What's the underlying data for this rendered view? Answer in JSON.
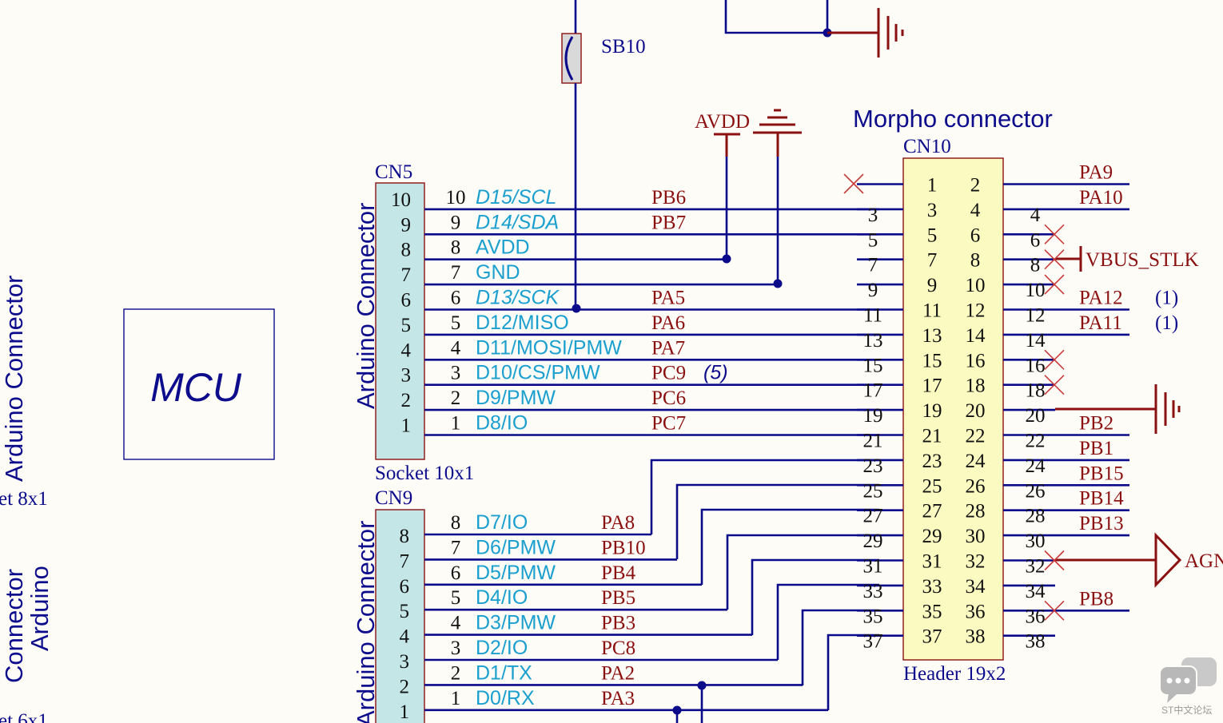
{
  "components": {
    "jumper": {
      "ref": "SB10"
    },
    "mcu_label": "MCU",
    "cn5": {
      "ref": "CN5",
      "title": "Arduino Connector",
      "footprint": "Socket 10x1"
    },
    "cn9": {
      "ref": "CN9",
      "title": "Arduino Connector"
    },
    "cn10": {
      "heading": "Morpho connector",
      "ref": "CN10",
      "footprint": "Header 19x2"
    },
    "left_partial": {
      "title1": "Arduino Connector",
      "foot1": "et 8x1",
      "title2a": "Connector",
      "title2b": "Arduino",
      "foot2": "et 6x1"
    }
  },
  "power": {
    "avdd": "AVDD",
    "vbus": "VBUS_STLK",
    "agnd": "AGN"
  },
  "cn5_pins": [
    {
      "n": "10",
      "body": "10",
      "func": "D15/SCL",
      "italic": true,
      "net": "PB6",
      "note": ""
    },
    {
      "n": "9",
      "body": "9",
      "func": "D14/SDA",
      "italic": true,
      "net": "PB7",
      "note": ""
    },
    {
      "n": "8",
      "body": "8",
      "func": "AVDD",
      "italic": false,
      "net": "",
      "note": ""
    },
    {
      "n": "7",
      "body": "7",
      "func": "GND",
      "italic": false,
      "net": "",
      "note": ""
    },
    {
      "n": "6",
      "body": "6",
      "func": "D13/SCK",
      "italic": true,
      "net": "PA5",
      "note": ""
    },
    {
      "n": "5",
      "body": "5",
      "func": "D12/MISO",
      "italic": false,
      "net": "PA6",
      "note": ""
    },
    {
      "n": "4",
      "body": "4",
      "func": "D11/MOSI/PMW",
      "italic": false,
      "net": "PA7",
      "note": ""
    },
    {
      "n": "3",
      "body": "3",
      "func": "D10/CS/PMW",
      "italic": false,
      "net": "PC9",
      "note": "(5)"
    },
    {
      "n": "2",
      "body": "2",
      "func": "D9/PMW",
      "italic": false,
      "net": "PC6",
      "note": ""
    },
    {
      "n": "1",
      "body": "1",
      "func": "D8/IO",
      "italic": false,
      "net": "PC7",
      "note": ""
    }
  ],
  "cn9_pins": [
    {
      "n": "8",
      "body": "8",
      "func": "D7/IO",
      "net": "PA8"
    },
    {
      "n": "7",
      "body": "7",
      "func": "D6/PMW",
      "net": "PB10"
    },
    {
      "n": "6",
      "body": "6",
      "func": "D5/PMW",
      "net": "PB4"
    },
    {
      "n": "5",
      "body": "5",
      "func": "D4/IO",
      "net": "PB5"
    },
    {
      "n": "4",
      "body": "4",
      "func": "D3/PMW",
      "net": "PB3"
    },
    {
      "n": "3",
      "body": "3",
      "func": "D2/IO",
      "net": "PC8"
    },
    {
      "n": "2",
      "body": "2",
      "func": "D1/TX",
      "net": "PA2"
    },
    {
      "n": "1",
      "body": "1",
      "func": "D0/RX",
      "net": "PA3"
    }
  ],
  "cn10_odd_pins": [
    "1",
    "3",
    "5",
    "7",
    "9",
    "11",
    "13",
    "15",
    "17",
    "19",
    "21",
    "23",
    "25",
    "27",
    "29",
    "31",
    "33",
    "35",
    "37"
  ],
  "cn10_odd_ext": [
    "",
    "3",
    "5",
    "7",
    "9",
    "11",
    "13",
    "15",
    "17",
    "19",
    "21",
    "23",
    "25",
    "27",
    "29",
    "31",
    "33",
    "35",
    "37"
  ],
  "cn10_even_pins": [
    "2",
    "4",
    "6",
    "8",
    "10",
    "12",
    "14",
    "16",
    "18",
    "20",
    "22",
    "24",
    "26",
    "28",
    "30",
    "32",
    "34",
    "36",
    "38"
  ],
  "cn10_even_ext": [
    "",
    "4",
    "6",
    "8",
    "10",
    "12",
    "14",
    "16",
    "18",
    "20",
    "22",
    "24",
    "26",
    "28",
    "30",
    "32",
    "34",
    "36",
    "38"
  ],
  "cn10_right_nets": [
    "PA9",
    "PA10",
    "",
    "",
    "",
    "PA12",
    "PA11",
    "",
    "",
    "",
    "PB2",
    "PB1",
    "PB15",
    "PB14",
    "PB13",
    "",
    "",
    "PB8",
    ""
  ],
  "cn10_notes": [
    "",
    "",
    "",
    "",
    "",
    "(1)",
    "(1)",
    "",
    "",
    "",
    "",
    "",
    "",
    "",
    "",
    "",
    "",
    "",
    ""
  ],
  "watermark": "ST中文论坛"
}
